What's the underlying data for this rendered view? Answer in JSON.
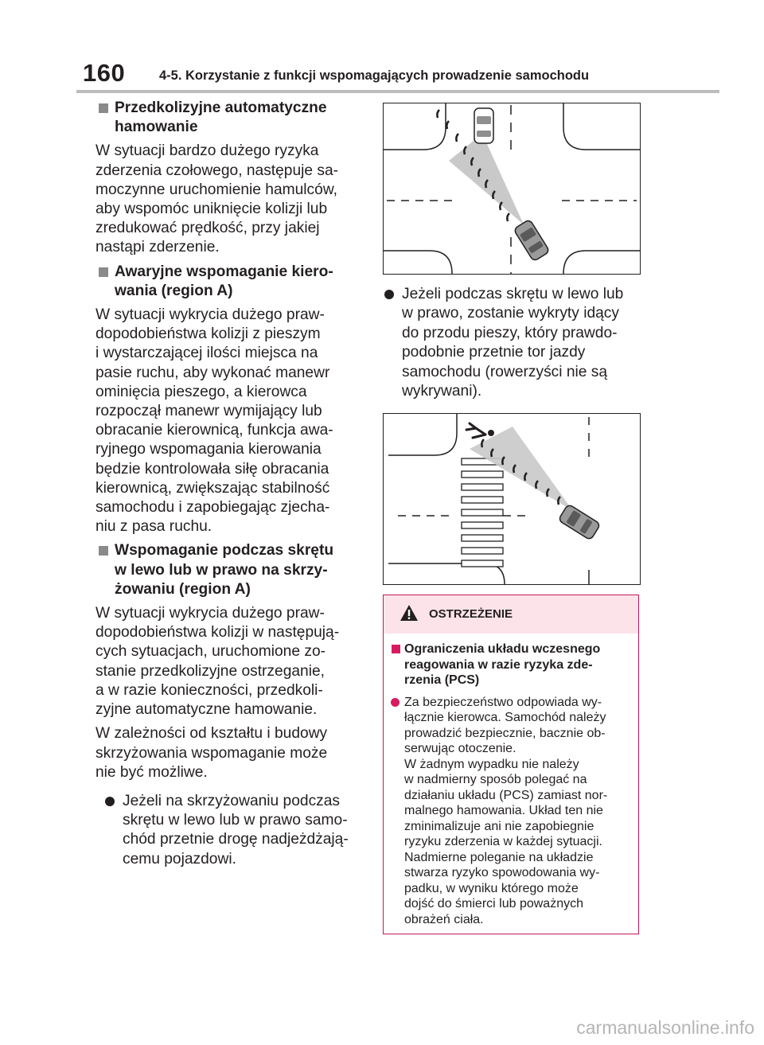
{
  "header": {
    "page_number": "160",
    "title": "4-5. Korzystanie z funkcji wspomagających prowadzenie samochodu"
  },
  "left": {
    "sections": [
      {
        "heading": [
          "Przedkolizyjne automatyczne",
          "hamowanie"
        ],
        "paragraphs": [
          [
            "W sytuacji bardzo dużego ryzyka",
            "zderzenia czołowego, następuje sa-",
            "moczynne uruchomienie hamulców,",
            "aby wspomóc uniknięcie kolizji lub",
            "zredukować prędkość, przy jakiej",
            "nastąpi zderzenie."
          ]
        ]
      },
      {
        "heading": [
          "Awaryjne wspomaganie kiero-",
          "wania (region A)"
        ],
        "paragraphs": [
          [
            "W sytuacji wykrycia dużego praw-",
            "dopodobieństwa kolizji z pieszym",
            "i wystarczającej ilości miejsca na",
            "pasie ruchu, aby wykonać manewr",
            "ominięcia pieszego, a kierowca",
            "rozpoczął manewr wymijający lub",
            "obracanie kierownicą, funkcja awa-",
            "ryjnego wspomagania kierowania",
            "będzie kontrolowała siłę obracania",
            "kierownicą, zwiększając stabilność",
            "samochodu i zapobiegając zjecha-",
            "niu z pasa ruchu."
          ]
        ]
      },
      {
        "heading": [
          "Wspomaganie podczas skrętu",
          "w lewo lub w prawo na skrzy-",
          "żowaniu (region A)"
        ],
        "paragraphs": [
          [
            "W sytuacji wykrycia dużego praw-",
            "dopodobieństwa kolizji w następują-",
            "cych sytuacjach, uruchomione zo-",
            "stanie przedkolizyjne ostrzeganie,",
            "a w razie konieczności, przedkoli-",
            "zyjne automatyczne hamowanie."
          ],
          [
            "W zależności od kształtu i budowy",
            "skrzyżowania wspomaganie może",
            "nie być możliwe."
          ]
        ],
        "bullet": [
          "Jeżeli na skrzyżowaniu podczas",
          "skrętu w lewo lub w prawo samo-",
          "chód przetnie drogę nadjeżdżają-",
          "cemu pojazdowi."
        ]
      }
    ]
  },
  "right": {
    "bullet": [
      "Jeżeli podczas skrętu w lewo lub",
      "w prawo, zostanie wykryty idący",
      "do przodu pieszy, który prawdo-",
      "podobnie przetnie tor jazdy",
      "samochodu (rowerzyści nie są",
      "wykrywani)."
    ]
  },
  "warning": {
    "title": "OSTRZEŻENIE",
    "subheading": [
      "Ograniczenia układu wczesnego",
      "reagowania w razie ryzyka zde-",
      "rzenia (PCS)"
    ],
    "bullet": [
      "Za bezpieczeństwo odpowiada wy-",
      "łącznie kierowca. Samochód należy",
      "prowadzić bezpiecznie, bacznie ob-",
      "serwując otoczenie.",
      "W żadnym wypadku nie należy",
      "w nadmierny sposób polegać na",
      "działaniu układu (PCS) zamiast nor-",
      "malnego hamowania. Układ ten nie",
      "zminimalizuje ani nie zapobiegnie",
      "ryzyku zderzenia w każdej sytuacji.",
      "Nadmierne poleganie na układzie",
      "stwarza ryzyko spowodowania wy-",
      "padku, w wyniku którego może",
      "dojść do śmierci lub poważnych",
      "obrażeń ciała."
    ],
    "accent_color": "#d81b60",
    "header_bg": "#fbe3e9"
  },
  "watermark": "carmanualsonline.info",
  "icons": [
    "warning-triangle-icon",
    "square-bullet-icon",
    "round-bullet-icon"
  ]
}
